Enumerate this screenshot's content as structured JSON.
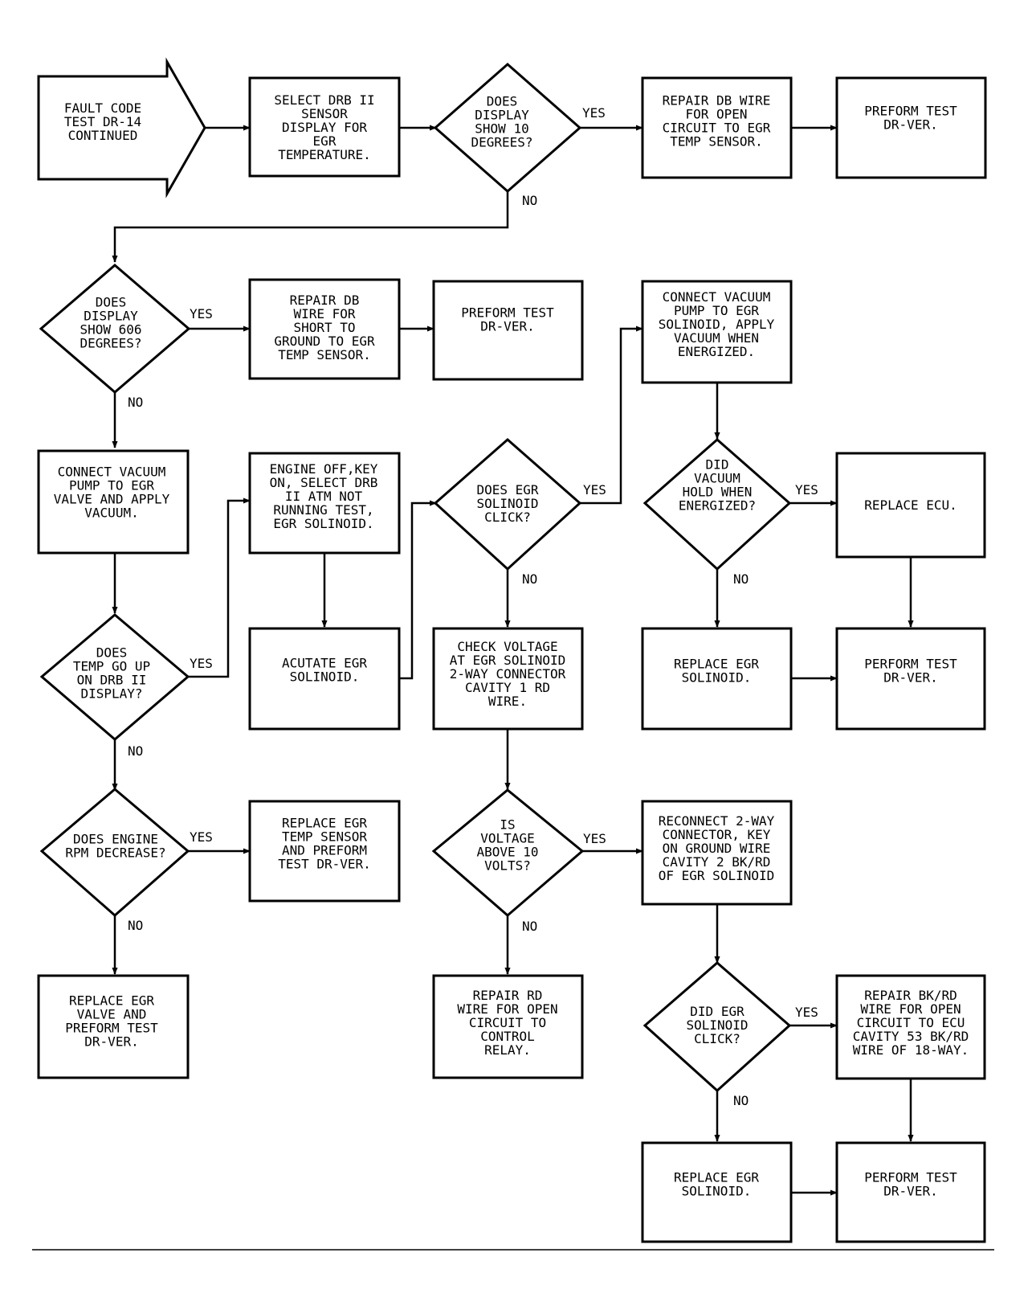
{
  "nodes": {
    "start": [
      "FAULT CODE",
      "TEST DR-14",
      "CONTINUED"
    ],
    "select_sensor": [
      "SELECT DRB II",
      "SENSOR",
      "DISPLAY FOR",
      "EGR",
      "TEMPERATURE."
    ],
    "q_10_degrees": [
      "DOES",
      "DISPLAY",
      "SHOW 10",
      "DEGREES?"
    ],
    "repair_open_temp": [
      "REPAIR DB WIRE",
      "FOR OPEN",
      "CIRCUIT TO EGR",
      "TEMP SENSOR."
    ],
    "perform_1": [
      "PREFORM TEST",
      "DR-VER."
    ],
    "q_606_degrees": [
      "DOES",
      "DISPLAY",
      "SHOW 606",
      "DEGREES?"
    ],
    "repair_short": [
      "REPAIR DB",
      "WIRE FOR",
      "SHORT TO",
      "GROUND TO EGR",
      "TEMP SENSOR."
    ],
    "perform_2": [
      "PREFORM TEST",
      "DR-VER."
    ],
    "connect_pump_solenoid": [
      "CONNECT VACUUM",
      "PUMP TO EGR",
      "SOLINOID, APPLY",
      "VACUUM WHEN",
      "ENERGIZED."
    ],
    "connect_pump_valve": [
      "CONNECT VACUUM",
      "PUMP TO EGR",
      "VALVE AND APPLY",
      "VACUUM."
    ],
    "engine_off": [
      "ENGINE OFF,KEY",
      "ON, SELECT DRB",
      "II ATM NOT",
      "RUNNING TEST,",
      "EGR SOLINOID."
    ],
    "q_solenoid_click": [
      "DOES EGR",
      "SOLINOID",
      "CLICK?"
    ],
    "q_vacuum_hold": [
      "DID",
      "VACUUM",
      "HOLD WHEN",
      "ENERGIZED?"
    ],
    "replace_ecu": [
      "REPLACE ECU."
    ],
    "q_temp_up": [
      "DOES",
      "TEMP GO UP",
      "ON DRB II",
      "DISPLAY?"
    ],
    "actuate_solenoid": [
      "ACUTATE EGR",
      "SOLINOID."
    ],
    "check_voltage": [
      "CHECK VOLTAGE",
      "AT EGR SOLINOID",
      "2-WAY CONNECTOR",
      "CAVITY 1 RD",
      "WIRE."
    ],
    "replace_solenoid_1": [
      "REPLACE EGR",
      "SOLINOID."
    ],
    "perform_3": [
      "PERFORM TEST",
      "DR-VER."
    ],
    "q_rpm": [
      "DOES ENGINE",
      "RPM DECREASE?"
    ],
    "replace_temp_sensor": [
      "REPLACE EGR",
      "TEMP SENSOR",
      "AND PREFORM",
      "TEST DR-VER."
    ],
    "q_voltage": [
      "IS",
      "VOLTAGE",
      "ABOVE 10",
      "VOLTS?"
    ],
    "reconnect": [
      "RECONNECT 2-WAY",
      "CONNECTOR, KEY",
      "ON GROUND WIRE",
      "CAVITY 2 BK/RD",
      "OF EGR SOLINOID"
    ],
    "replace_valve": [
      "REPLACE EGR",
      "VALVE AND",
      "PREFORM TEST",
      "DR-VER."
    ],
    "repair_rd": [
      "REPAIR RD",
      "WIRE FOR OPEN",
      "CIRCUIT TO",
      "CONTROL",
      "RELAY."
    ],
    "q_solenoid_click_2": [
      "DID EGR",
      "SOLINOID",
      "CLICK?"
    ],
    "repair_bkrd": [
      "REPAIR BK/RD",
      "WIRE FOR OPEN",
      "CIRCUIT TO ECU",
      "CAVITY 53 BK/RD",
      "WIRE OF 18-WAY."
    ],
    "replace_solenoid_2": [
      "REPLACE EGR",
      "SOLINOID."
    ],
    "perform_4": [
      "PERFORM TEST",
      "DR-VER."
    ]
  },
  "labels": {
    "yes": "YES",
    "no": "NO"
  }
}
